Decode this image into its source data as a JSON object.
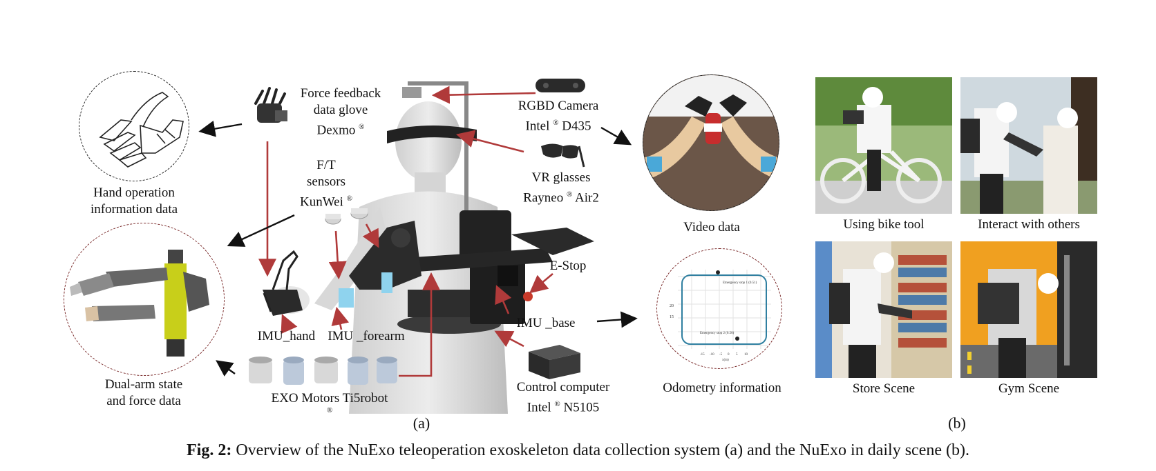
{
  "labels": {
    "glove_line1": "Force feedback",
    "glove_line2": "data glove",
    "glove_line3": "Dexmo",
    "ft_line1": "F/T",
    "ft_line2": "sensors",
    "ft_line3": "KunWei",
    "camera_line1": "RGBD Camera",
    "camera_line2": "Intel",
    "camera_line2b": "D435",
    "vr_line1": "VR glasses",
    "vr_line2": "Rayneo",
    "vr_line2b": "Air2",
    "hand_info_line1": "Hand operation",
    "hand_info_line2": "information data",
    "dual_arm_line1": "Dual-arm state",
    "dual_arm_line2": "and force data",
    "video": "Video data",
    "odometry": "Odometry information",
    "estop": "E-Stop",
    "imu_hand": "IMU_hand",
    "imu_forearm": "IMU _forearm",
    "imu_base": "IMU _base",
    "motors": "EXO Motors Ti5robot",
    "reg": "®",
    "control_line1": "Control computer",
    "control_line2": "Intel",
    "control_line2b": "N5105",
    "panel_a": "(a)",
    "panel_b": "(b)"
  },
  "odometry_plot": {
    "top_annotation": "Emergency stop 1 (0.51)",
    "bottom_annotation": "Emergency stop 2 (0.50)",
    "y_ticks": [
      "20",
      "15"
    ],
    "x_ticks": [
      "-15",
      "-10",
      "-5",
      "0",
      "5",
      "10"
    ],
    "xlabel": "x(m)"
  },
  "scenes": [
    {
      "label": "Using bike tool"
    },
    {
      "label": "Interact with others"
    },
    {
      "label": "Store Scene"
    },
    {
      "label": "Gym Scene"
    }
  ],
  "caption": {
    "prefix": "Fig. 2:",
    "text": " Overview of the NuExo teleoperation exoskeleton data collection system (a) and the NuExo in daily scene (b)."
  },
  "colors": {
    "arrow_red": "#b03a3a",
    "arrow_black": "#111111",
    "foliage": "#5e8a3c"
  }
}
